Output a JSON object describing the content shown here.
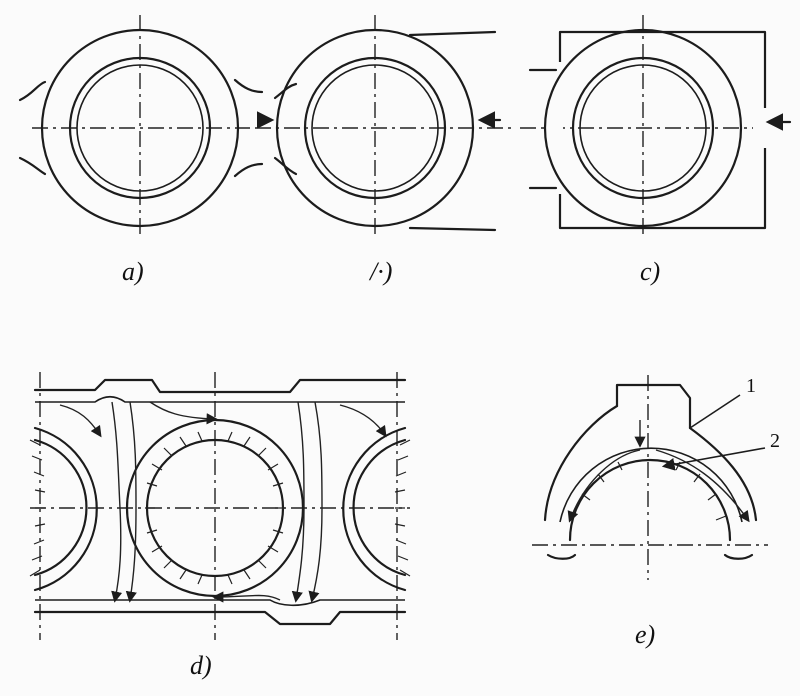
{
  "figure": {
    "labels": {
      "a": "a)",
      "b": "/·)",
      "c": "c)",
      "d": "d)",
      "e": "e)",
      "callout_1": "1",
      "callout_2": "2"
    }
  }
}
